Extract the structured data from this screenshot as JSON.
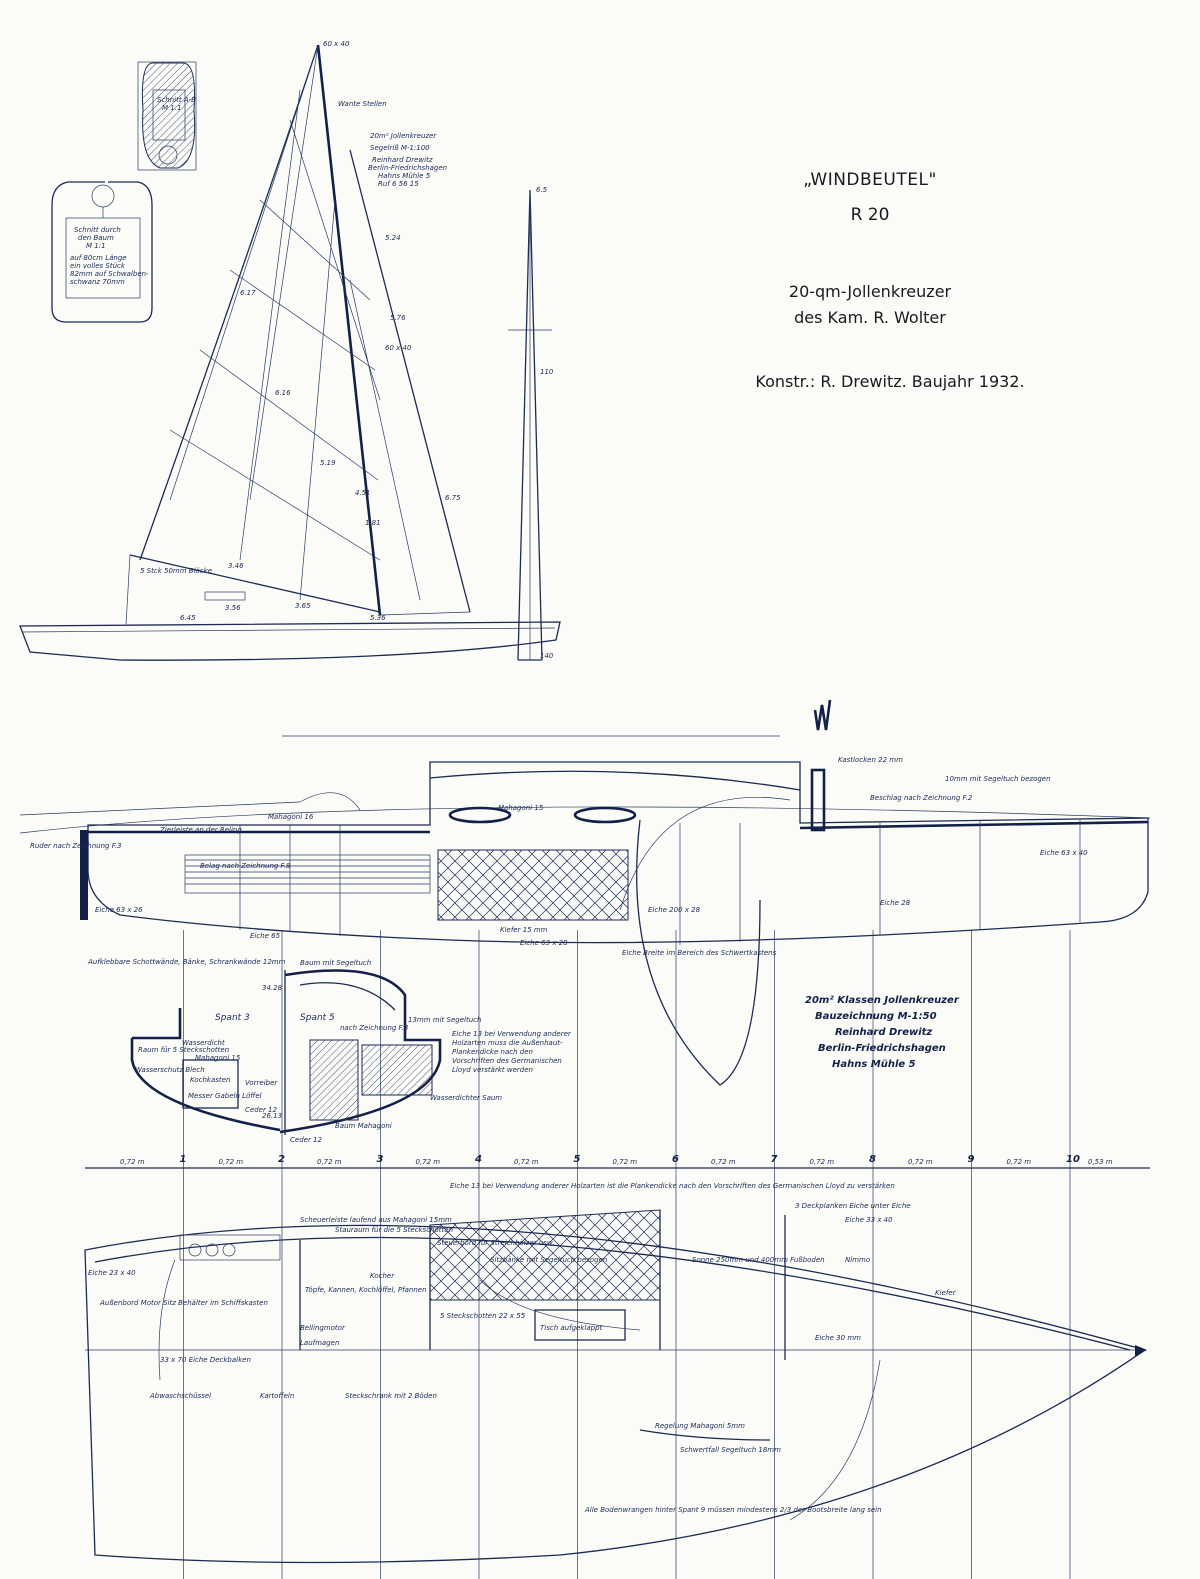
{
  "title": {
    "name": "„WINDBEUTEL\"",
    "class_number": "R 20",
    "type": "20-qm-Jollenkreuzer",
    "owner": "des Kam. R. Wolter",
    "designer_year": "Konstr.: R. Drewitz.   Baujahr 1932."
  },
  "sail_plan": {
    "caption": [
      "20m² Jollenkreuzer",
      "Segelriß M-1:100",
      "Reinhard Drewitz",
      "Berlin-Friedrichshagen",
      "Hahns Mühle 5",
      "Ruf 6 56 15"
    ],
    "masthead": "60 x 40",
    "spreader": "Wante Stellen",
    "dimensions": [
      "5.24",
      "6.17",
      "6.16",
      "5.76",
      "5.19",
      "4.51",
      "1.81",
      "3.46",
      "3.56",
      "3.65",
      "6.45",
      "5.36",
      "60 x 40",
      "6.75"
    ],
    "boom_note": "5 Stck 50mm Blöcke",
    "mast2_top": "6.5",
    "mast2_mid": "110",
    "mast2_base": "140"
  },
  "sections": {
    "section_ab": [
      "Schnitt A-B",
      "M 1:1"
    ],
    "boom_section": [
      "Schnitt durch",
      "den Baum",
      "M 1:1",
      "auf 80cm Länge",
      "ein volles Stück",
      "82mm auf Schwalben-",
      "schwanz 70mm"
    ]
  },
  "profile": {
    "labels": [
      "Mahagoni 16",
      "Mahagoni 15",
      "Beschlag nach Zeichnung F.2",
      "10mm mit Segeltuch bezogen",
      "Eiche 63 x 40",
      "Eiche 65",
      "Eiche 63 x 26",
      "Eiche 63 x 28",
      "Eiche 200 x 28",
      "Kiefer 15 mm",
      "Eiche 28",
      "Ruder nach Zeichnung F.3",
      "Eiche Breite im Bereich des Schwertkastens",
      "Kastlocken 22 mm",
      "Belag nach Zeichnung F.8",
      "Zierleiste an der Reling"
    ],
    "bulkhead_note": "Aufklebbare Schottwände, Bänke, Schrankwände 12mm"
  },
  "construction_caption": [
    "20m² Klassen Jollenkreuzer",
    "Bauzeichnung M-1:50",
    "Reinhard Drewitz",
    "Berlin-Friedrichshagen",
    "Hahns Mühle 5"
  ],
  "cross_sections": {
    "spant3": "Spant 3",
    "spant5": "Spant 5",
    "labels": [
      "Raum für 5 Steckschotten",
      "Wasserdicht",
      "Mahagoni 15",
      "Kochkasten",
      "Wasserschutz Blech",
      "Messer Gabeln Löffel",
      "Vorreiber",
      "Ceder 12",
      "Baum mit Segeltuch",
      "nach Zeichnung F.3",
      "13mm mit Segeltuch",
      "Wasserdichter Saum",
      "Baum Mahagoni",
      "Ceder 12",
      "34.28",
      "26.13"
    ],
    "note": "Eiche 13 bei Verwendung anderer Holzarten muss die Außenhaut-Plankendicke nach den Vorschriften des Germanischen Lloyd verstärkt werden"
  },
  "stations": {
    "numbers": [
      "1",
      "2",
      "3",
      "4",
      "5",
      "6",
      "7",
      "8",
      "9",
      "10"
    ],
    "spacings": [
      "0,72 m",
      "0,72 m",
      "0,72 m",
      "0,72 m",
      "0,72 m",
      "0,72 m",
      "0,72 m",
      "0,72 m",
      "0,72 m",
      "0,72 m",
      "0,53 m"
    ]
  },
  "plan_view": {
    "top_note": "Eiche 13 bei Verwendung anderer Holzarten ist die Plankendicke nach den Vorschriften des Germanischen Lloyd zu verstärken",
    "labels": [
      "Scheuerleiste laufend aus Mahagoni 15mm",
      "Stauraum für die 5 Steckschotten",
      "Kocher",
      "Töpfe, Kannen, Kochlöffel, Pfannen",
      "Steuerbord für Streichhölzer usw.",
      "Sitzbänke mit Segeltuch bezogen",
      "Sonne 250mm und 400mm Fußboden",
      "Tisch aufgeklappt",
      "5 Steckschotten 22 x 55",
      "Außenbord Motor Sitz Behälter im Schiffskasten",
      "Bellingmotor",
      "Laufmagen",
      "Abwaschschüssel",
      "Kartoffeln",
      "Steckschrank mit 2 Böden",
      "Regelung Mahagoni 5mm",
      "Schwertfall Segeltuch 18mm",
      "Alle Bodenwrangen hinter Spant 9 müssen mindestens 2/3 der Bootsbreite lang sein",
      "Eiche 33 x 40",
      "Nimmo",
      "Kiefer",
      "33 x 70 Eiche Deckbalken",
      "Eiche 23 x 40",
      "3 Deckplanken Eiche unter Eiche",
      "Eiche 30 mm"
    ]
  }
}
